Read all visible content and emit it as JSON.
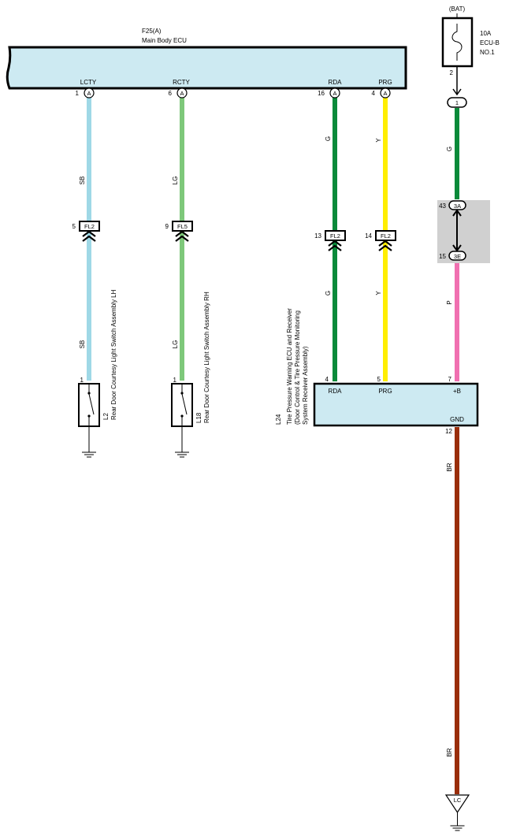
{
  "main_ecu": {
    "connector": "F25(A)",
    "name": "Main Body ECU",
    "terminals": [
      {
        "pin": "1",
        "name": "LCTY",
        "conn": "A"
      },
      {
        "pin": "6",
        "name": "RCTY",
        "conn": "A"
      },
      {
        "pin": "16",
        "name": "RDA",
        "conn": "A"
      },
      {
        "pin": "4",
        "name": "PRG",
        "conn": "A"
      }
    ]
  },
  "power": {
    "label": "(BAT)",
    "fuse_rating": "10A",
    "fuse_name_1": "ECU-B",
    "fuse_name_2": "NO.1",
    "fuse_pin": "2",
    "junction": "1"
  },
  "wires": [
    {
      "id": "lcty",
      "color_code_top": "SB",
      "color_code_bottom": "SB",
      "color": "#9fd8e6"
    },
    {
      "id": "rcty",
      "color_code_top": "LG",
      "color_code_bottom": "LG",
      "color": "#7ec87a"
    },
    {
      "id": "rda",
      "color_code_top": "G",
      "color_code_bottom": "G",
      "color": "#0a8a3a"
    },
    {
      "id": "prg",
      "color_code_top": "Y",
      "color_code_bottom": "Y",
      "color": "#ffee00"
    },
    {
      "id": "power",
      "color_code_top": "G",
      "color_code_mid": "P",
      "color_code_bottom": "BR",
      "color_code_bottom2": "BR",
      "color_top": "#0a8a3a",
      "color_mid": "#f070b0",
      "color_bottom": "#9a2e0a"
    }
  ],
  "inline_connectors": [
    {
      "pin": "5",
      "name": "FL2"
    },
    {
      "pin": "9",
      "name": "FL5"
    },
    {
      "pin": "13",
      "name": "FL2"
    },
    {
      "pin": "14",
      "name": "FL2"
    }
  ],
  "junction_block": {
    "top_pin": "43",
    "top_name": "3A",
    "bottom_pin": "15",
    "bottom_name": "3E"
  },
  "switches": [
    {
      "pin": "1",
      "code": "L2",
      "name": "Rear Door Courtesy Light Switch Assembly LH"
    },
    {
      "pin": "1",
      "code": "L18",
      "name": "Rear Door Courtesy Light Switch Assembly RH"
    }
  ],
  "tpms": {
    "code": "L24",
    "name_1": "Tire Pressure Warning ECU and Receiver",
    "name_2": "(Door Control & Tire Pressure Monitoring",
    "name_3": "System Receiver Assembly)",
    "terminals": [
      {
        "pin": "4",
        "name": "RDA"
      },
      {
        "pin": "5",
        "name": "PRG"
      },
      {
        "pin": "7",
        "name": "+B"
      }
    ],
    "gnd_name": "GND",
    "gnd_pin": "12"
  },
  "ground_point": "LC"
}
